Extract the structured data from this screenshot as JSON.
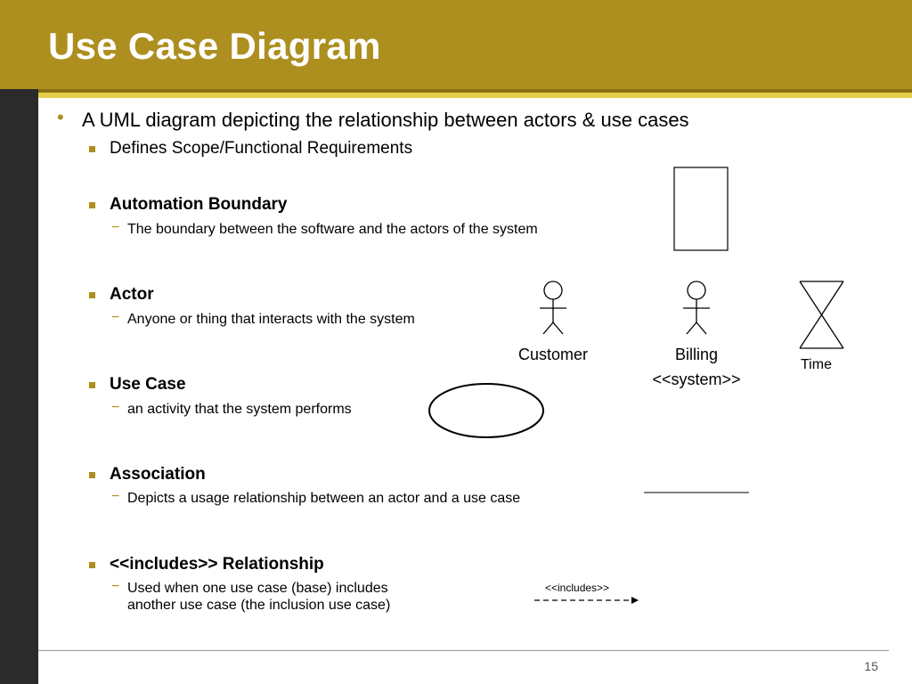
{
  "slide": {
    "title": "Use Case Diagram",
    "page_number": "15"
  },
  "content": {
    "main_bullet": "A UML diagram depicting the relationship between actors & use cases",
    "items": [
      {
        "label": "Defines Scope/Functional Requirements",
        "bold": false,
        "sub": ""
      },
      {
        "label": "Automation Boundary",
        "bold": true,
        "sub": "The boundary between the software and the actors of the system"
      },
      {
        "label": "Actor",
        "bold": true,
        "sub": "Anyone or thing that interacts with the system"
      },
      {
        "label": "Use Case",
        "bold": true,
        "sub": "an activity that the system performs"
      },
      {
        "label": "Association",
        "bold": true,
        "sub": "Depicts a usage relationship between an actor and a use case"
      },
      {
        "label": "<<includes>> Relationship",
        "bold": true,
        "sub_line1": "Used when one use case (base) includes",
        "sub_line2": "another use case (the inclusion use case)"
      }
    ]
  },
  "diagram": {
    "actor_customer": "Customer",
    "actor_billing_line1": "Billing",
    "actor_billing_line2": "<<system>>",
    "actor_time": "Time",
    "includes_label": "<<includes>>"
  },
  "colors": {
    "header": "#ad8f1f",
    "accent": "#e5cd4b",
    "sidebar": "#2b2b2b"
  }
}
